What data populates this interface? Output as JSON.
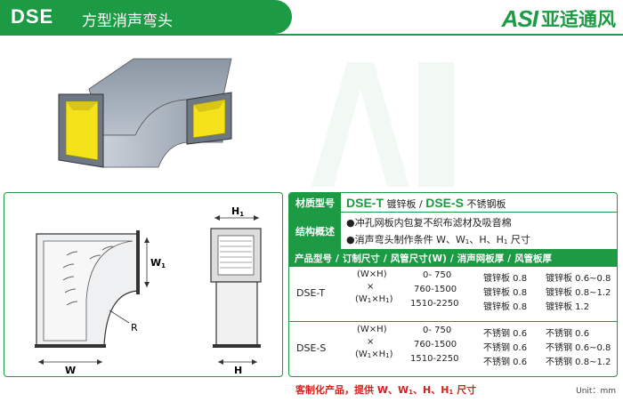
{
  "header": {
    "code": "DSE",
    "title": "方型消声弯头"
  },
  "brand": {
    "logo": "ASI",
    "name": "亚适通风"
  },
  "drawing": {
    "label_h1": "H",
    "label_h1_sub": "1",
    "label_w1": "W",
    "label_w1_sub": "1",
    "label_r": "R",
    "label_w": "W",
    "label_h": "H"
  },
  "spec": {
    "material_label": "材质型号",
    "material_t_code": "DSE-T",
    "material_t_name": "镀锌板",
    "slash": "/",
    "material_s_code": "DSE-S",
    "material_s_name": "不锈钢板",
    "structure_label": "结构概述",
    "structure_line1": "●冲孔网板内包复不织布滤材及吸音棉",
    "structure_line2": "●消声弯头制作条件 W、W",
    "structure_line2_sub": "1",
    "structure_line2_b": "、H、H",
    "structure_line2_sub2": "1",
    "structure_line2_c": " 尺寸",
    "columns": [
      "产品型号",
      "订制尺寸",
      "风管尺寸(W)",
      "消声网板厚",
      "风管板厚"
    ],
    "dim_top": "(W×H)",
    "dim_x": "×",
    "dim_bottom": "(W",
    "dim_bottom_sub": "1",
    "dim_bottom_b": "×H",
    "dim_bottom_sub2": "1",
    "dim_bottom_c": ")",
    "rows_t": {
      "model": "DSE-T",
      "sizes": [
        "0-  750",
        "760-1500",
        "1510-2250"
      ],
      "mesh": [
        "镀锌板 0.8",
        "镀锌板 0.8",
        "镀锌板 0.8"
      ],
      "duct": [
        "镀锌板 0.6~0.8",
        "镀锌板 0.8~1.2",
        "镀锌板 1.2"
      ]
    },
    "rows_s": {
      "model": "DSE-S",
      "sizes": [
        "0-  750",
        "760-1500",
        "1510-2250"
      ],
      "mesh": [
        "不锈钢 0.6",
        "不锈钢 0.6",
        "不锈钢 0.6"
      ],
      "duct": [
        "不锈钢 0.6",
        "不锈钢 0.6~0.8",
        "不锈钢 0.8~1.2"
      ]
    }
  },
  "footer": {
    "note_a": "客制化产品，提供 W、W",
    "note_sub": "1",
    "note_b": "、H、H",
    "note_sub2": "1",
    "note_c": " 尺寸",
    "unit": "Unit：mm"
  },
  "colors": {
    "brand_green": "#1d9a44",
    "accent_red": "#d6201d",
    "liner_yellow": "#f4e21a",
    "steel": "#9aa5b1"
  }
}
